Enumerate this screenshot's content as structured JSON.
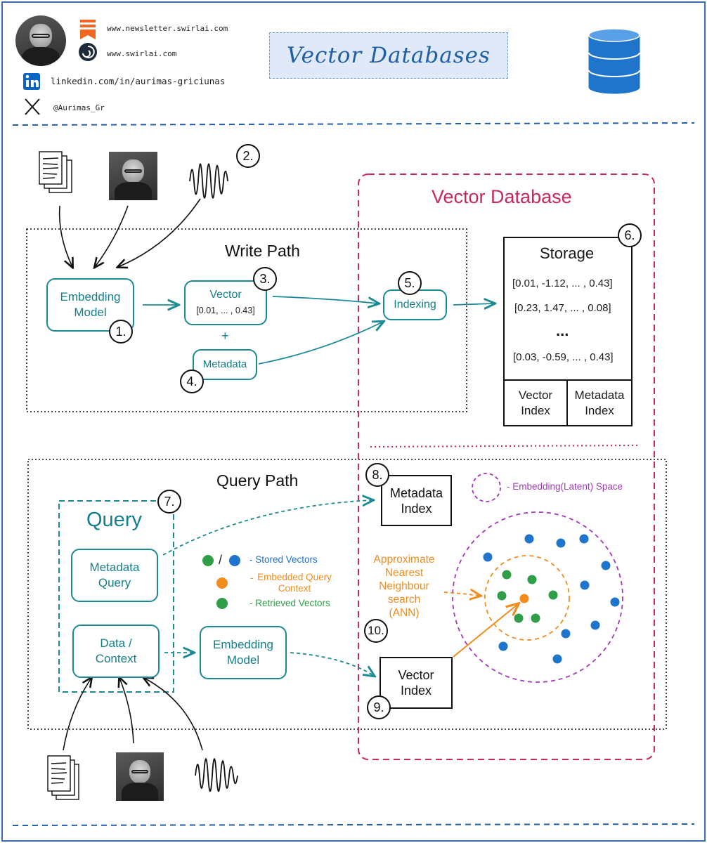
{
  "header": {
    "newsletter_url": "www.newsletter.swirlai.com",
    "site_url": "www.swirlai.com",
    "linkedin": "linkedin.com/in/aurimas-griciunas",
    "x_handle": "@Aurimas_Gr",
    "title": "Vector Databases"
  },
  "write_path": {
    "title": "Write Path",
    "embedding_model": [
      "Embedding",
      "Model"
    ],
    "vector_label": "Vector",
    "vector_value": "[0.01, ... , 0.43]",
    "plus": "+",
    "metadata": "Metadata",
    "indexing": "Indexing"
  },
  "vector_database": {
    "title": "Vector Database",
    "storage_title": "Storage",
    "rows": [
      "[0.01, -1.12, ... , 0.43]",
      "[0.23, 1.47, ... , 0.08]",
      "...",
      "[0.03, -0.59, ... , 0.43]"
    ],
    "vector_index": [
      "Vector",
      "Index"
    ],
    "metadata_index": [
      "Metadata",
      "Index"
    ]
  },
  "query_path": {
    "title": "Query Path",
    "query_title": "Query",
    "metadata_query": [
      "Metadata",
      "Query"
    ],
    "data_context": [
      "Data /",
      "Context"
    ],
    "embedding_model": [
      "Embedding",
      "Model"
    ],
    "metadata_index": [
      "Metadata",
      "Index"
    ],
    "vector_index": [
      "Vector",
      "Index"
    ],
    "ann": [
      "Approximate",
      "Nearest",
      "Neighbour",
      "search",
      "(ANN)"
    ]
  },
  "legend": {
    "slash": "/",
    "stored_vectors": "- Stored Vectors",
    "embedded_query_dash": "-",
    "embedded_query": [
      "Embedded Query",
      "Context"
    ],
    "retrieved_vectors": "- Retrieved Vectors",
    "latent_space": "- Embedding(Latent) Space"
  },
  "badges": [
    "1.",
    "2.",
    "3.",
    "4.",
    "5.",
    "6.",
    "7.",
    "8.",
    "9.",
    "10."
  ],
  "colors": {
    "teal": "#1a8a95",
    "crimson": "#c8285a",
    "purple": "#a23bb8",
    "orange": "#f28c1c",
    "green": "#2e9e47",
    "blue": "#1f74cc",
    "divider": "#1f5fa8"
  },
  "icons": [
    "substack-icon",
    "swirl-icon",
    "linkedin-icon",
    "x-icon",
    "database-icon",
    "document-icon",
    "audio-wave-icon",
    "portrait-photo"
  ]
}
